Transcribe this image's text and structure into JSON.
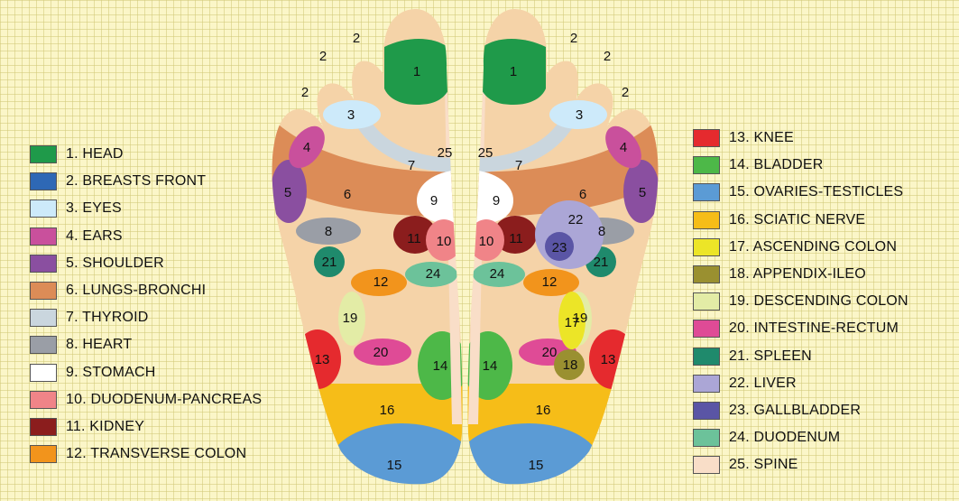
{
  "zones": [
    {
      "num": "1",
      "label": "1. HEAD",
      "color": "#1f9a4a"
    },
    {
      "num": "2",
      "label": "2. BREASTS FRONT",
      "color": "#2e68b5"
    },
    {
      "num": "3",
      "label": "3. EYES",
      "color": "#cdeafa"
    },
    {
      "num": "4",
      "label": "4. EARS",
      "color": "#c9509c"
    },
    {
      "num": "5",
      "label": "5. SHOULDER",
      "color": "#8a4fa0"
    },
    {
      "num": "6",
      "label": "6. LUNGS-BRONCHI",
      "color": "#dc8c57"
    },
    {
      "num": "7",
      "label": "7. THYROID",
      "color": "#cad6de"
    },
    {
      "num": "8",
      "label": "8. HEART",
      "color": "#9a9ea6"
    },
    {
      "num": "9",
      "label": "9. STOMACH",
      "color": "#ffffff"
    },
    {
      "num": "10",
      "label": "10. DUODENUM-PANCREAS",
      "color": "#f08488"
    },
    {
      "num": "11",
      "label": "11. KIDNEY",
      "color": "#8b1d1d"
    },
    {
      "num": "12",
      "label": "12. TRANSVERSE COLON",
      "color": "#f2941c"
    },
    {
      "num": "13",
      "label": "13. KNEE",
      "color": "#e52a2e"
    },
    {
      "num": "14",
      "label": "14. BLADDER",
      "color": "#4db848"
    },
    {
      "num": "15",
      "label": "15. OVARIES-TESTICLES",
      "color": "#5b9bd5"
    },
    {
      "num": "16",
      "label": "16. SCIATIC NERVE",
      "color": "#f6bd18"
    },
    {
      "num": "17",
      "label": "17. ASCENDING COLON",
      "color": "#ece527"
    },
    {
      "num": "18",
      "label": "18. APPENDIX-ILEO",
      "color": "#9a9030"
    },
    {
      "num": "19",
      "label": "19. DESCENDING COLON",
      "color": "#e3eca6"
    },
    {
      "num": "20",
      "label": "20. INTESTINE-RECTUM",
      "color": "#df4b96"
    },
    {
      "num": "21",
      "label": "21. SPLEEN",
      "color": "#1f8a6c"
    },
    {
      "num": "22",
      "label": "22. LIVER",
      "color": "#aba6d6"
    },
    {
      "num": "23",
      "label": "23. GALLBLADDER",
      "color": "#5a55a5"
    },
    {
      "num": "24",
      "label": "24. DUODENUM",
      "color": "#6cc29a"
    },
    {
      "num": "25",
      "label": "25. SPINE",
      "color": "#f9dec8"
    }
  ],
  "skin_color": "#f5d3a8"
}
